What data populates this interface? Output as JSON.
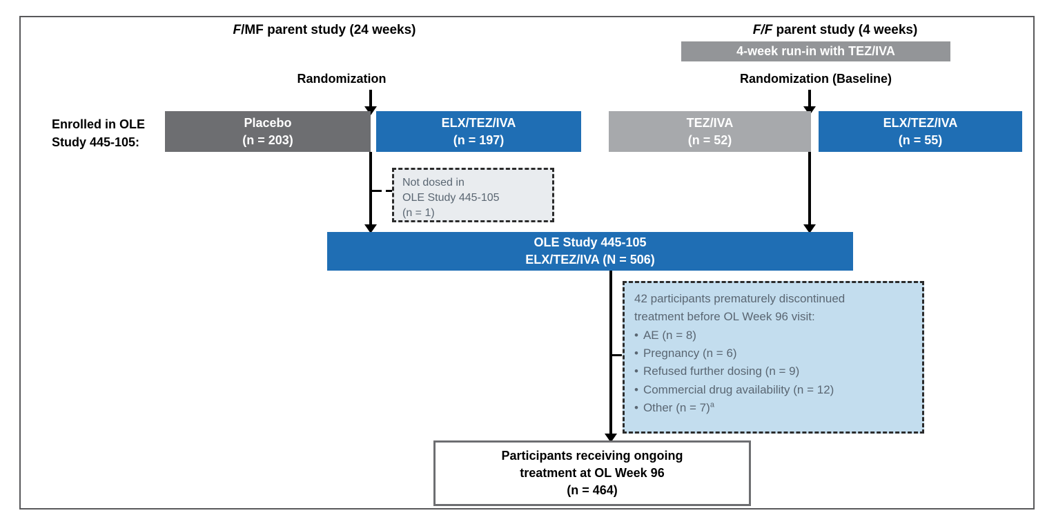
{
  "figure": {
    "type": "participant-flow-diagram",
    "parent_studies": [
      {
        "id": "fmf",
        "label_italic": "F",
        "label_rest": "/MF parent study (24 weeks)",
        "full_label": "F/MF parent study (24 weeks)"
      },
      {
        "id": "ff",
        "label_italic": "F/F",
        "label_rest": " parent study (4 weeks)",
        "full_label": "F/F parent study (4 weeks)"
      }
    ],
    "runin_bar": {
      "label": "4-week run-in with TEZ/IVA",
      "color": "#939598"
    },
    "randomization_labels": {
      "left": "Randomization",
      "right": "Randomization (Baseline)"
    },
    "enrolled_label_line1": "Enrolled in OLE",
    "enrolled_label_line2": "Study 445-105:",
    "treatment_arms": [
      {
        "id": "placebo",
        "name": "Placebo",
        "n": "(n = 203)",
        "color": "#6d6e71"
      },
      {
        "id": "etiFMF",
        "name": "ELX/TEZ/IVA",
        "n": "(n = 197)",
        "color": "#1f6eb4"
      },
      {
        "id": "tezivaFF",
        "name": "TEZ/IVA",
        "n": "(n = 52)",
        "color": "#a7a9ac"
      },
      {
        "id": "etiFF",
        "name": "ELX/TEZ/IVA",
        "n": "(n = 55)",
        "color": "#1f6eb4"
      }
    ],
    "not_dosed_callout": {
      "line1": "Not dosed in",
      "line2": "OLE Study 445-105",
      "line3": "(n = 1)",
      "fill": "#e9ecef"
    },
    "ole_box": {
      "line1": "OLE Study 445-105",
      "line2": "ELX/TEZ/IVA (N = 506)",
      "color": "#1f6eb4"
    },
    "discontinued_callout": {
      "heading_line1": "42 participants prematurely discontinued",
      "heading_line2": "treatment before OL Week 96 visit:",
      "reasons": [
        "AE (n = 8)",
        "Pregnancy (n = 6)",
        "Refused further dosing (n = 9)",
        "Commercial drug availability (n = 12)",
        "Other (n = 7)"
      ],
      "other_footnote_mark": "a",
      "fill": "#c3ddee"
    },
    "final_box": {
      "line1": "Participants receiving ongoing",
      "line2": "treatment at OL Week 96",
      "line3": "(n = 464)"
    }
  }
}
